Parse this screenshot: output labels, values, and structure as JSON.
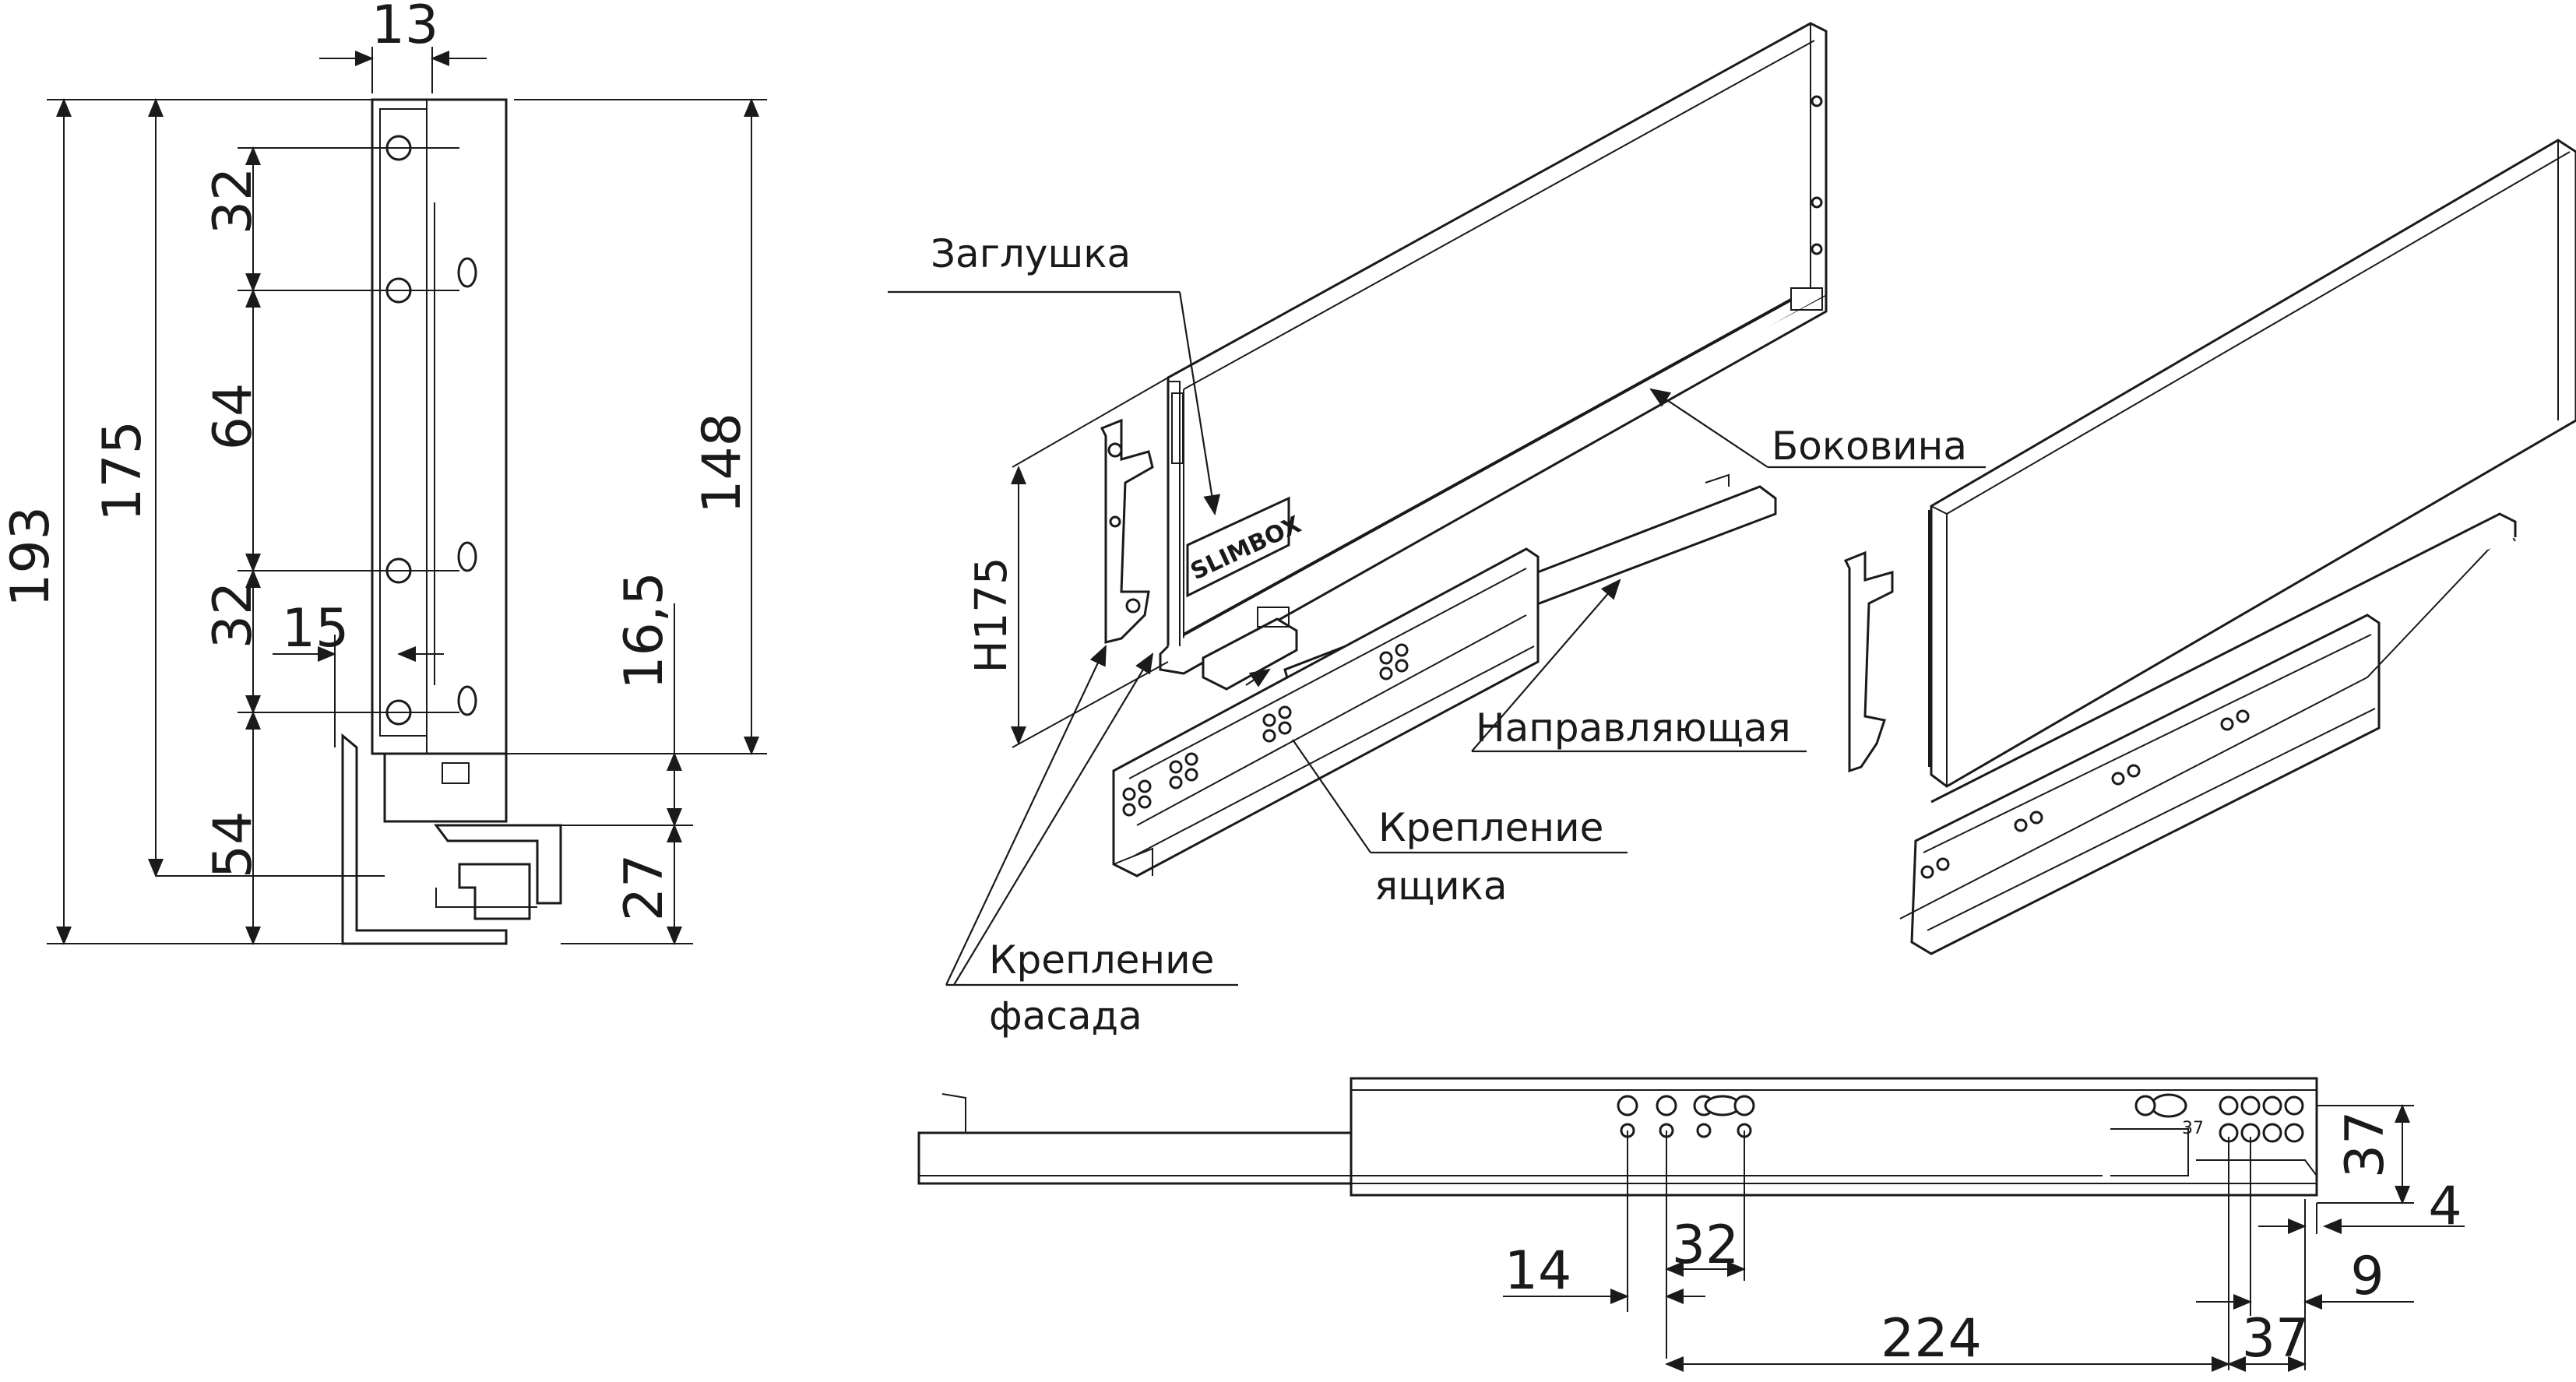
{
  "dimensions": {
    "d13": "13",
    "d193": "193",
    "d175": "175",
    "d32a": "32",
    "d64": "64",
    "d32b": "32",
    "d15": "15",
    "d54": "54",
    "d148": "148",
    "d165": "16,5",
    "d27": "27",
    "h175": "H175",
    "d37_right": "37",
    "d4": "4",
    "d9": "9",
    "d14": "14",
    "d32_bottom": "32",
    "d224": "224",
    "d37_bottom": "37",
    "d37_small": "37"
  },
  "labels": {
    "plug": "Заглушка",
    "side": "Боковина",
    "runner": "Направляющая",
    "box_mount_line1": "Крепление",
    "box_mount_line2": "ящика",
    "front_mount_line1": "Крепление",
    "front_mount_line2": "фасада",
    "brand": "SLIMBOX"
  }
}
